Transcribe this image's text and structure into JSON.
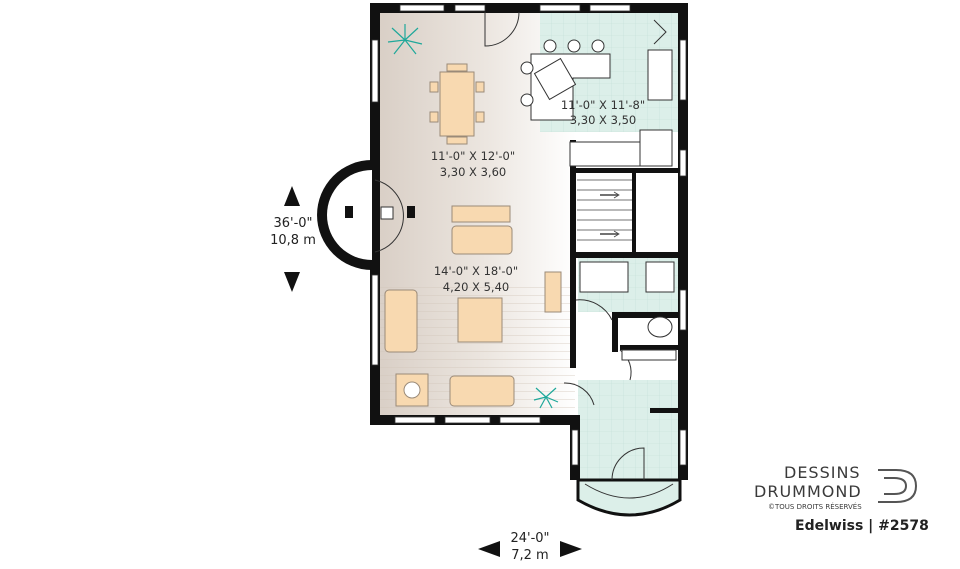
{
  "dimensions": {
    "height": {
      "imperial": "36'-0\"",
      "metric": "10,8 m"
    },
    "width": {
      "imperial": "24'-0\"",
      "metric": "7,2 m"
    }
  },
  "rooms": {
    "kitchen": {
      "imperial": "11'-0\" X 11'-8\"",
      "metric": "3,30 X 3,50"
    },
    "dining": {
      "imperial": "11'-0\" X 12'-0\"",
      "metric": "3,30 X 3,60"
    },
    "living": {
      "imperial": "14'-0\" X 18'-0\"",
      "metric": "4,20 X 5,40"
    }
  },
  "brand": {
    "line1": "DESSINS",
    "line2": "DRUMMOND",
    "rights": "©TOUS DROITS RÉSERVÉS"
  },
  "caption": "Edelwiss | #2578",
  "colors": {
    "wall": "#111111",
    "kitchen_tile": "#dcefe9",
    "floor_warm": "#ded5cc",
    "furniture": "#f8d9b0",
    "plant": "#1fa89a"
  }
}
